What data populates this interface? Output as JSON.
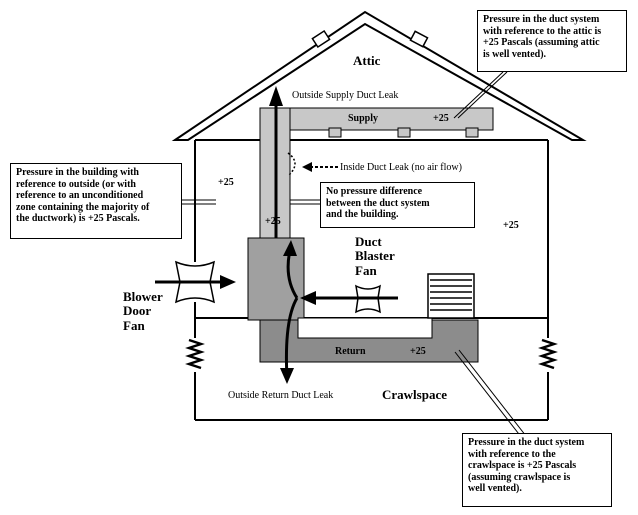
{
  "labels": {
    "attic": "Attic",
    "crawlspace": "Crawlspace",
    "supply": "Supply",
    "return": "Return",
    "supply_pressure": "+25",
    "return_pressure": "+25",
    "building_pressure_left": "+25",
    "building_pressure_right": "+25",
    "duct_pressure": "+25",
    "outside_supply_leak": "Outside Supply Duct Leak",
    "inside_duct_leak": "Inside Duct Leak (no air flow)",
    "outside_return_leak": "Outside Return Duct Leak",
    "duct_blaster_fan": [
      "Duct",
      "Blaster",
      "Fan"
    ],
    "blower_door_fan": [
      "Blower",
      "Door",
      "Fan"
    ]
  },
  "callouts": {
    "attic_note": [
      "Pressure in the duct system",
      "with reference to the attic is",
      "+25 Pascals (assuming attic",
      "is well vented)."
    ],
    "building_note": [
      "Pressure in the building with",
      "reference to outside (or with",
      "reference to an unconditioned",
      "zone containing the majority of",
      "the ductwork) is +25 Pascals."
    ],
    "no_diff_note": [
      "No pressure difference",
      "between the duct system",
      "and the building."
    ],
    "crawl_note": [
      "Pressure in the duct system",
      "with reference to the",
      "crawlspace is +25 Pascals",
      "(assuming crawlspace is",
      "well vented)."
    ]
  },
  "colors": {
    "supply_duct": "#c8c8c8",
    "return_duct": "#8c8c8c",
    "blaster_box": "#a0a0a0",
    "line": "#000000"
  }
}
